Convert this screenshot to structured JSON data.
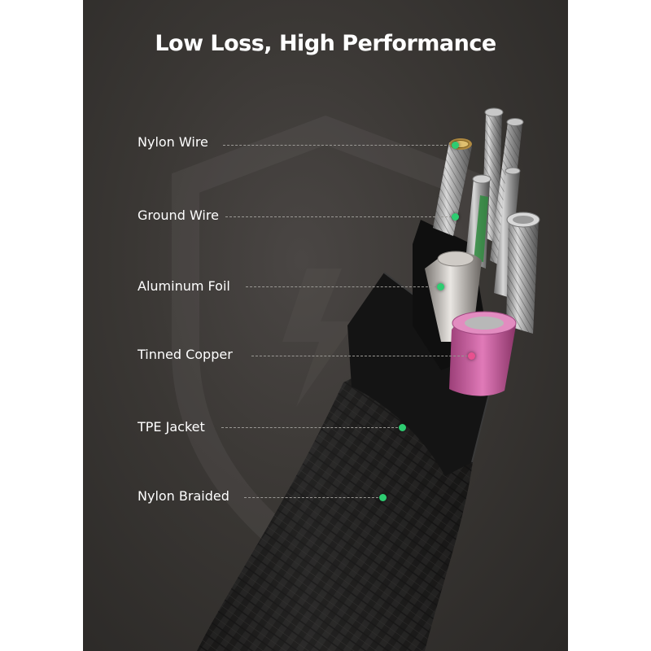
{
  "title": "Low Loss, High Performance",
  "labels": [
    "Nylon Wire",
    "Ground Wire",
    "Aluminum Foil",
    "Tinned Copper",
    "TPE Jacket",
    "Nylon Braided"
  ],
  "colors": {
    "accent_dot": "#2ecc71",
    "highlight_dot": "#e8508f",
    "jacket_pink": "#d15aa0",
    "text": "#ffffff"
  },
  "icons": [
    "shield-icon",
    "lightning-bolt-icon"
  ]
}
